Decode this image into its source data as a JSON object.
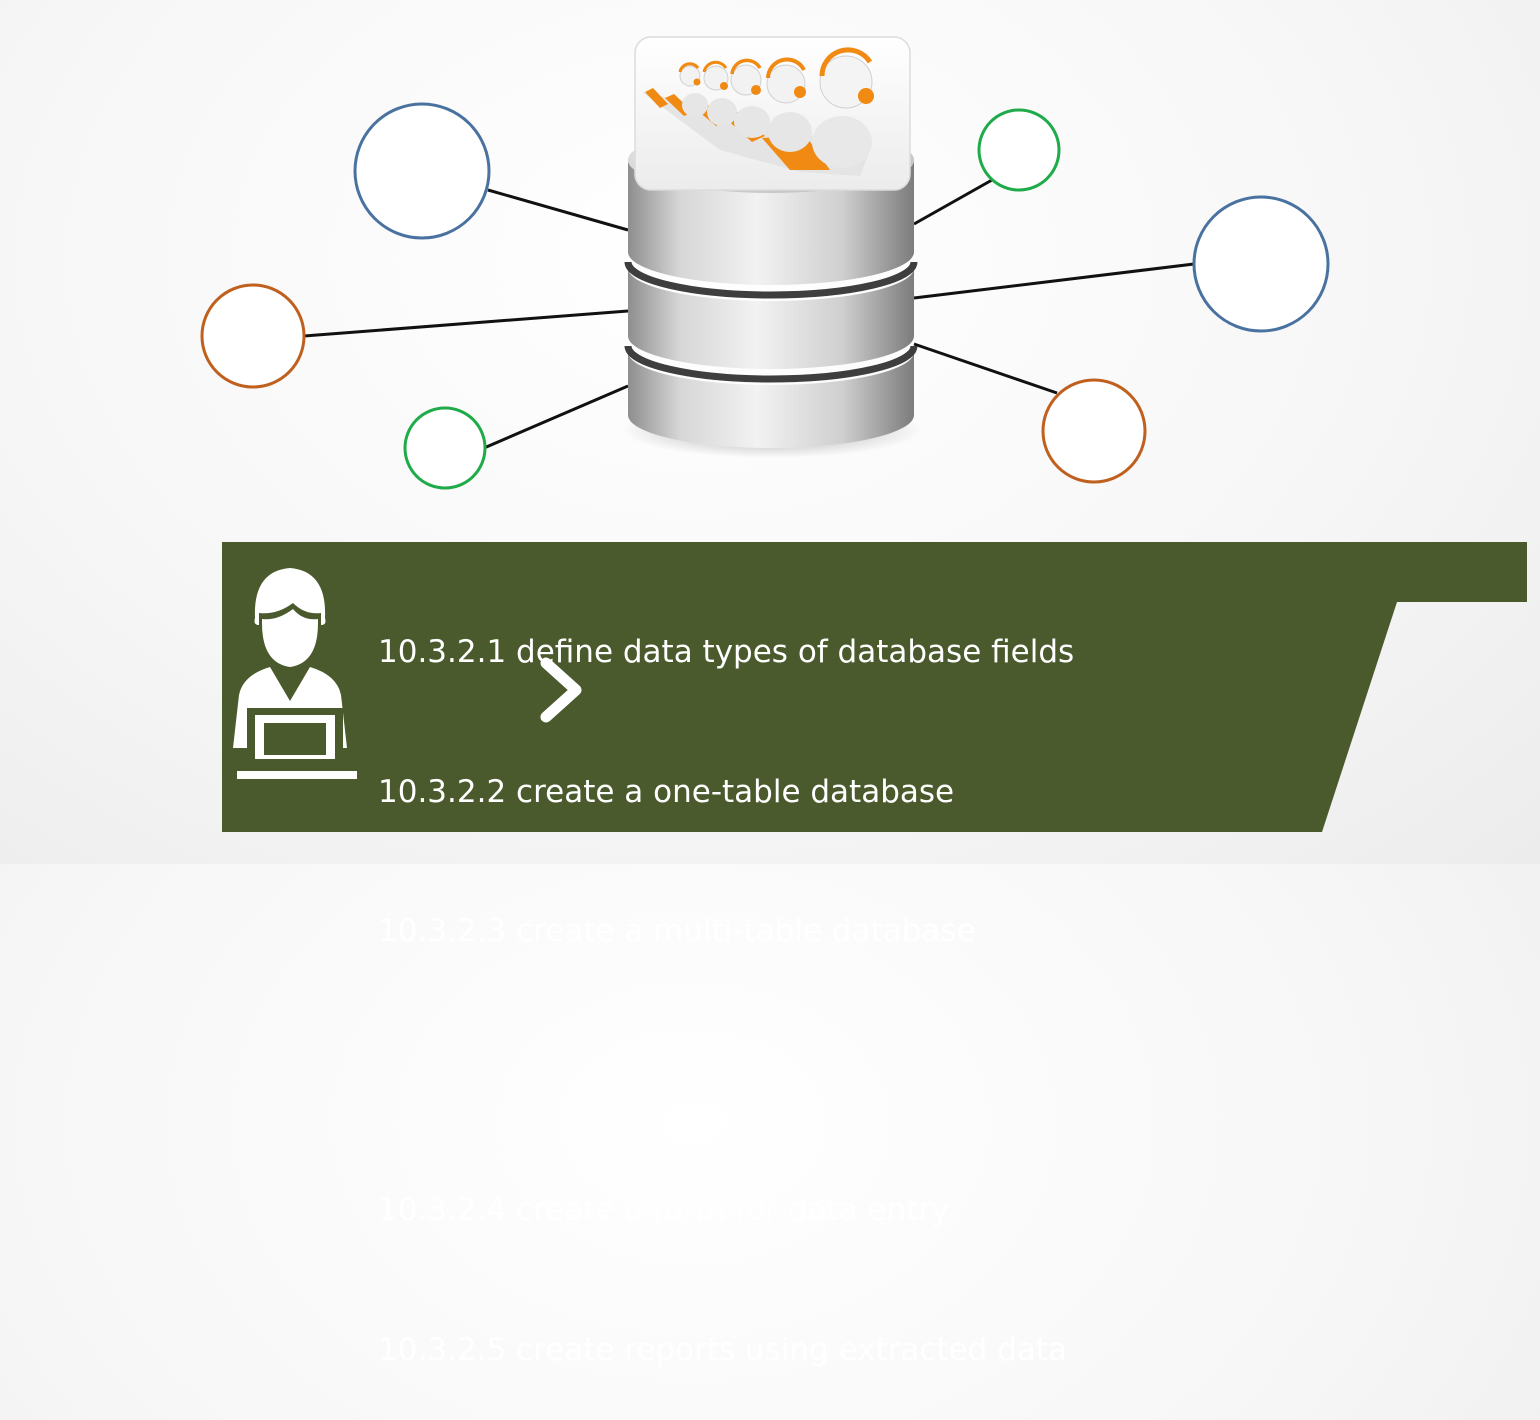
{
  "objectives": [
    "10.3.2.1 define data types of database fields",
    "10.3.2.2 create a one-table database",
    "10.3.2.3 create a multi-table database",
    "10.3.2.4 create a form for data entry",
    "10.3.2.5 create reports using extracted data"
  ],
  "colors": {
    "banner": "#4b5a2d",
    "node_blue": "#4a72a0",
    "node_orange": "#c0601f",
    "node_green": "#1fab4a",
    "connector": "#111111",
    "text": "#ffffff",
    "headset": "#f08a12"
  },
  "icons": {
    "database": "database-cylinder-icon",
    "call_center": "call-center-agents-icon",
    "user": "user-at-laptop-icon",
    "next": "chevron-right-icon"
  }
}
